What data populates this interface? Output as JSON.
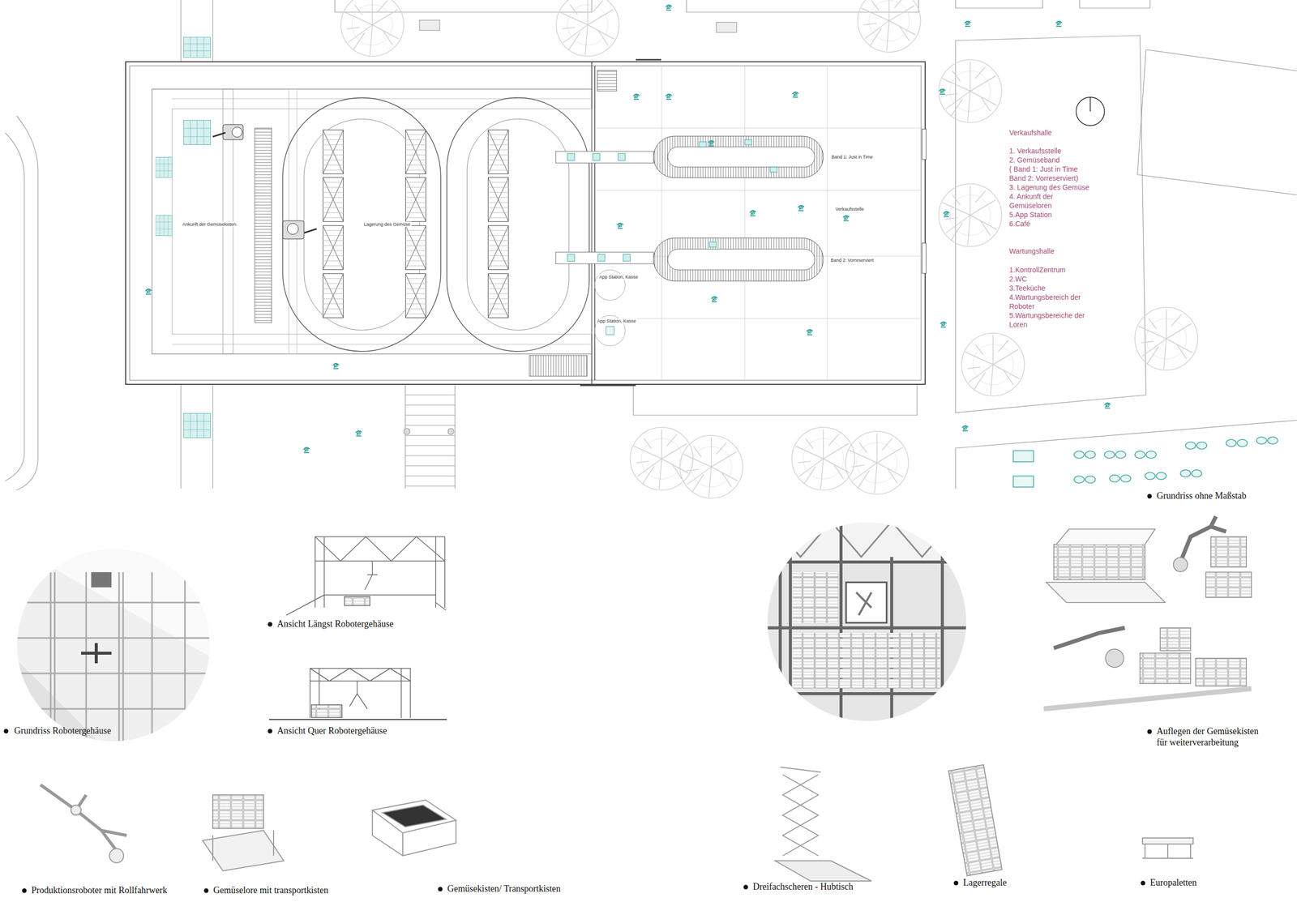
{
  "diagram": {
    "labels": [
      "Ankunft der Gemüsekisten",
      "Lagerung des Gemüse",
      "Band 1: Just in Time",
      "Verkaufsstelle",
      "Band 2: Vorreserviert",
      "App Station, Kasse",
      "App Station, Kasse",
      "Verkaufshalle",
      "1. Verkaufsstelle",
      "2. Gemüseband",
      "( Band 1: Just in Time Band 2: Vorreserviert)",
      "3. Lagerung des Gemüse",
      "4. Ankunft der Gemüseloren",
      "5.App Station",
      "6.Café",
      "Wartungshalle",
      "1.KontrollZentrum",
      "2.WC",
      "3.Teeküche",
      "4.Wartungsbereich der Roboter",
      "5.Wartungsbereiche der Loren",
      "Grundriss ohne Maßstab",
      "Ansicht Längst Robotergehäuse",
      "Grundriss Robotergehäuse",
      "Ansicht Quer Robotergehäuse",
      "Auflegen der Gemüsekisten für weiterverarbeitung",
      "Produktionsroboter mit Rollfahrwerk",
      "Gemüselore mit transportkisten",
      "Gemüsekisten/ Transportkisten",
      "Dreifachscheren - Hubtisch",
      "Lagerregale",
      "Europaletten"
    ]
  }
}
